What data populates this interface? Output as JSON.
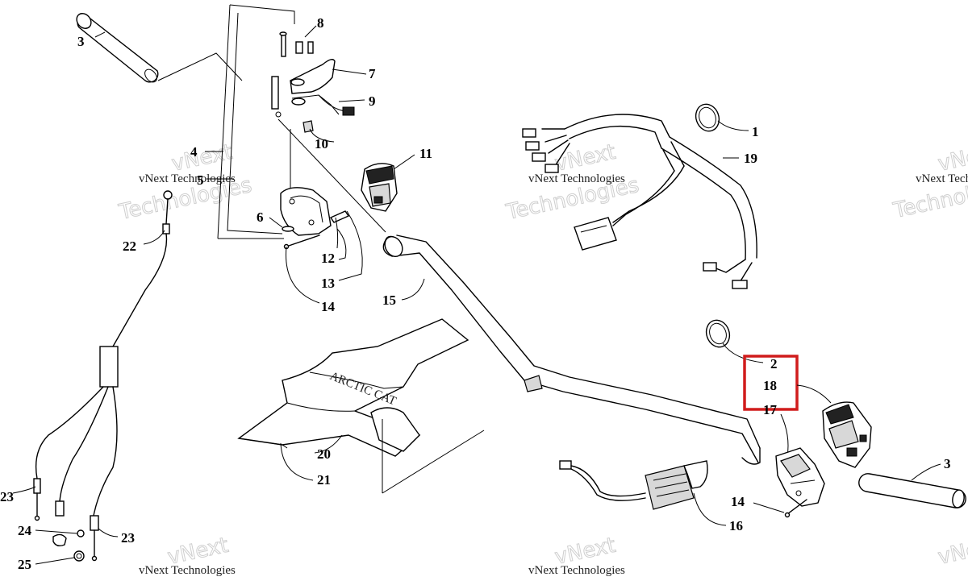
{
  "callouts": {
    "c1": "1",
    "c2": "2",
    "c3a": "3",
    "c3b": "3",
    "c4": "4",
    "c5": "5",
    "c6": "6",
    "c7": "7",
    "c8": "8",
    "c9": "9",
    "c10": "10",
    "c11": "11",
    "c12": "12",
    "c13": "13",
    "c14a": "14",
    "c14b": "14",
    "c15": "15",
    "c16": "16",
    "c17": "17",
    "c18": "18",
    "c19": "19",
    "c20": "20",
    "c21": "21",
    "c22": "22",
    "c23a": "23",
    "c23b": "23",
    "c24": "24",
    "c25": "25"
  },
  "watermark": {
    "line1": "vNext",
    "line2": "Technologies",
    "small": "vNext Technologies"
  },
  "pad_logo_text": "ARCTIC CAT",
  "highlight_color": "#d01c1c"
}
